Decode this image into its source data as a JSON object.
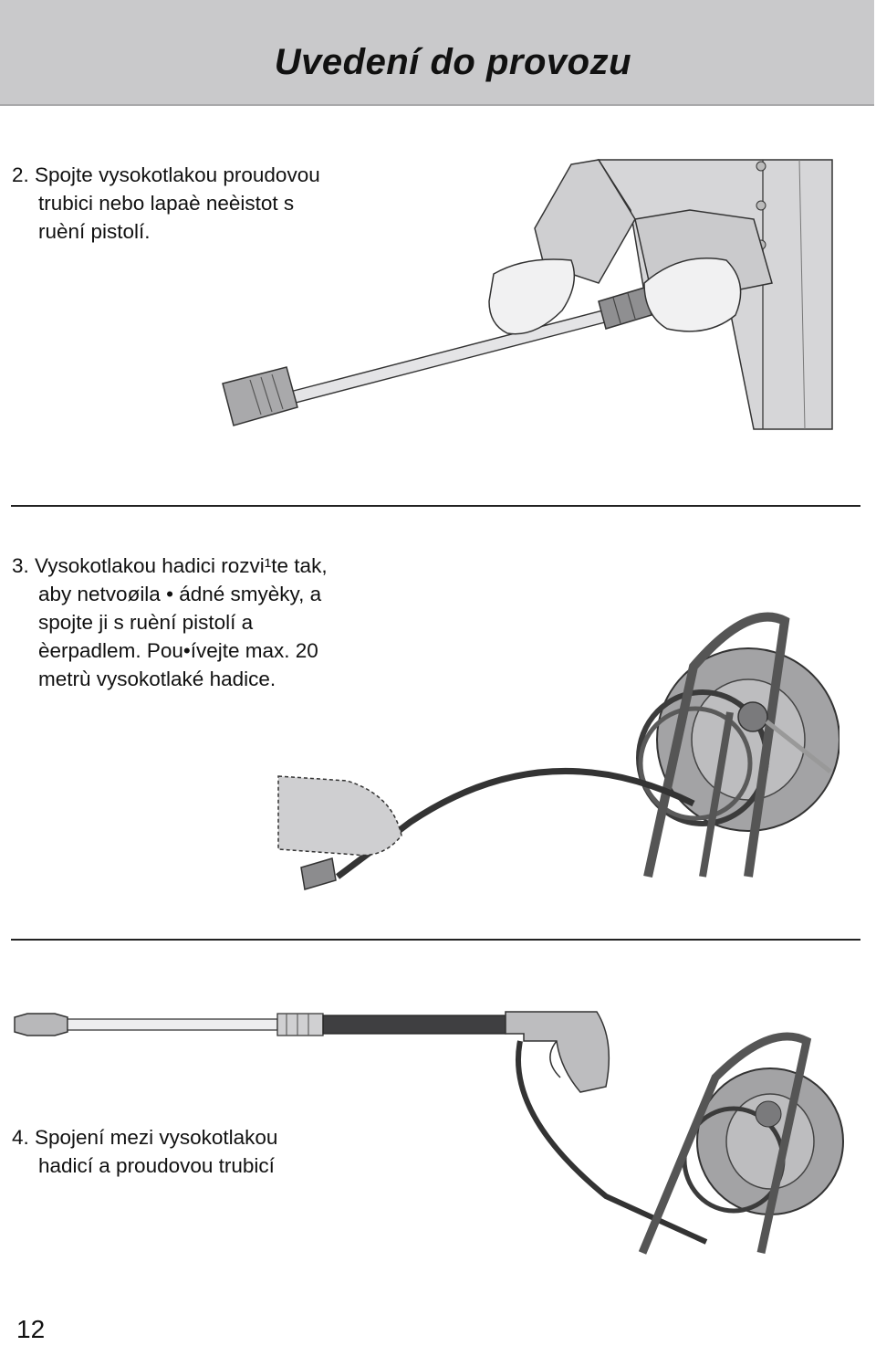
{
  "header": {
    "title": "Uvedení do provozu"
  },
  "step2": {
    "lines": [
      "2. Spojte vysokotlakou proudovou",
      "trubici nebo lapaè neèistot s",
      "ruèní pistolí."
    ],
    "illustration": "hands-attaching-lance-icon"
  },
  "step3": {
    "lines": [
      "3. Vysokotlakou hadici rozvi¹te tak,",
      "aby netvoøila • ádné smyèky, a",
      "spojte ji s ruèní pistolí a",
      "èerpadlem. Pou•ívejte max. 20",
      "metrù vysokotlaké hadice."
    ],
    "illustration": "hose-reel-connection-icon"
  },
  "step4": {
    "lines": [
      "4. Spojení mezi vysokotlakou",
      "hadicí a proudovou trubicí"
    ],
    "illustration": "spray-gun-hose-reel-icon"
  },
  "footer": {
    "page_number": "12"
  }
}
